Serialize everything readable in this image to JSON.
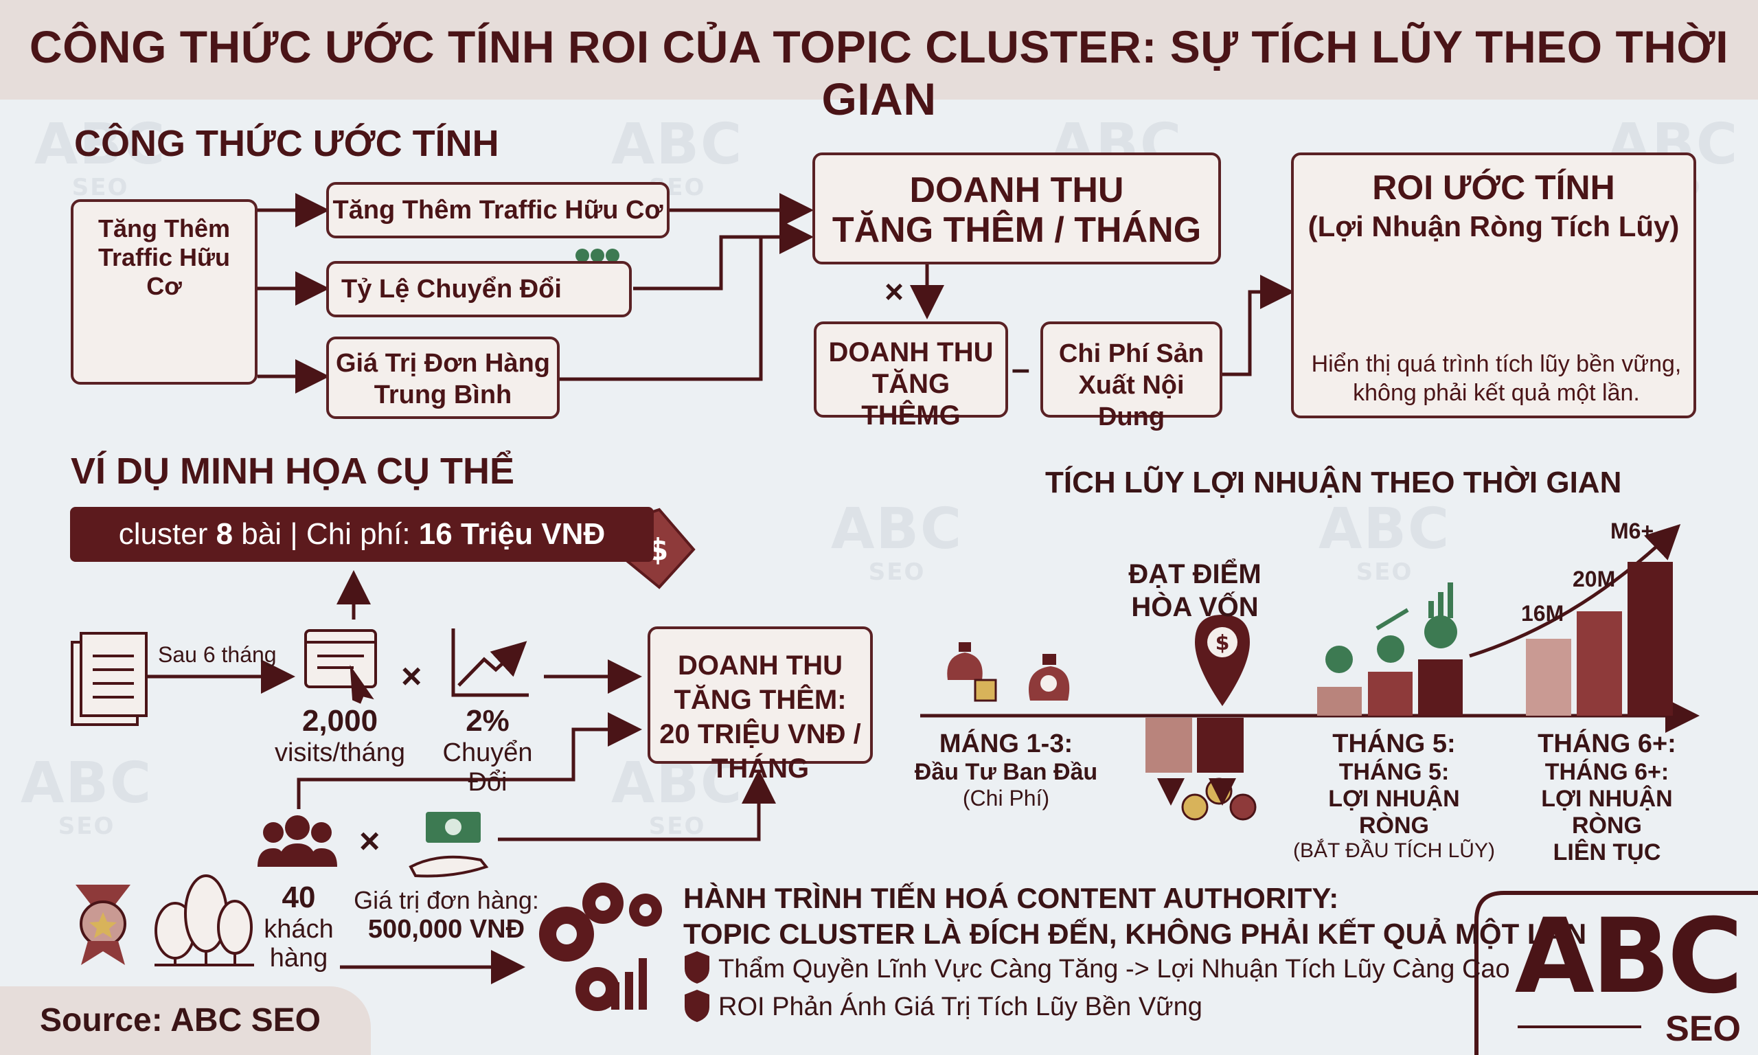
{
  "title": "CÔNG THỨC ƯỚC TÍNH ROI CỦA TOPIC CLUSTER: SỰ TÍCH LŨY THEO THỜI GIAN",
  "watermark": {
    "main": "ABC",
    "sub": "SEO"
  },
  "formula": {
    "heading": "CÔNG THỨC ƯỚC TÍNH",
    "source_box": "Tăng Thêm Traffic Hữu Cơ",
    "inputs": [
      "Tăng Thêm Traffic Hữu Cơ",
      "Tỷ Lệ Chuyển Đổi",
      "Giá Trị Đơn Hàng Trung Bình"
    ],
    "revenue_box": {
      "line1": "DOANH THU",
      "line2": "TĂNG THÊM / THÁNG"
    },
    "multiply_sign": "×",
    "minus_sign": "–",
    "revenue_small": "DOANH THU TĂNG THÊMG",
    "cost_box": "Chi Phí Sản Xuất Nội Dung",
    "roi_box": {
      "title": "ROI ƯỚC TÍNH",
      "subtitle": "(Lợi Nhuận Ròng Tích Lũy)",
      "note": "Hiển thị quá trình tích lũy bền vững, không phải kết quả một lần."
    }
  },
  "example": {
    "heading": "VÍ DỤ MINH HỌA CỤ THỂ",
    "banner": {
      "text": "cluster",
      "count": "8",
      "unit": "bài",
      "sep": "|",
      "cost_label": "Chi phí:",
      "cost_value": "16 Triệu VNĐ"
    },
    "after": "Sau 6 tháng",
    "visits": {
      "value": "2,000",
      "label": "visits/tháng"
    },
    "conversion": {
      "value": "2%",
      "label": "Chuyển Đổi"
    },
    "times": "×",
    "result": "DOANH THU TĂNG THÊM: 20 TRIỆU VNĐ / THÁNG",
    "customers": {
      "value": "40",
      "label": "khách hàng"
    },
    "order_value": {
      "label": "Giá trị đơn hàng:",
      "value": "500,000 VNĐ"
    }
  },
  "timeline": {
    "heading": "TÍCH LŨY LỢI NHUẬN THEO THỜI GIAN",
    "breakeven": "ĐẠT ĐIỂM HÒA VỐN",
    "phases": [
      {
        "title": "MÁNG 1-3:",
        "line2": "Đầu Tư Ban Đầu",
        "line3": "(Chi Phí)"
      },
      {
        "title": "THÁNG 5:",
        "line2": "THÁNG 5:",
        "line3": "LỢI NHUẬN RÒNG",
        "line4": "(BẮT ĐẦU TÍCH LŨY)"
      },
      {
        "title": "THÁNG 6+:",
        "line2": "THÁNG 6+:",
        "line3": "LỢI NHUẬN RÒNG",
        "line4": "LIÊN TỤC"
      }
    ],
    "bar_labels": [
      "16M",
      "20M",
      "M6+"
    ]
  },
  "journey": {
    "title1": "HÀNH TRÌNH TIẾN HOÁ CONTENT AUTHORITY:",
    "title2": "TOPIC CLUSTER LÀ ĐÍCH ĐẾN, KHÔNG PHẢI KẾT QUẢ MỘT LẦN",
    "bullets": [
      "Thẩm Quyền Lĩnh Vực Càng Tăng -> Lợi Nhuận Tích Lũy Càng Cao",
      "ROI Phản Ánh Giá Trị Tích Lũy Bền Vững"
    ]
  },
  "source": "Source: ABC SEO",
  "logo": {
    "main": "ABC",
    "sub": "SEO"
  },
  "colors": {
    "dark": "#5c1a1d",
    "mid": "#8e3a3a",
    "light": "#c99a93",
    "bg": "#ecf0f3"
  }
}
